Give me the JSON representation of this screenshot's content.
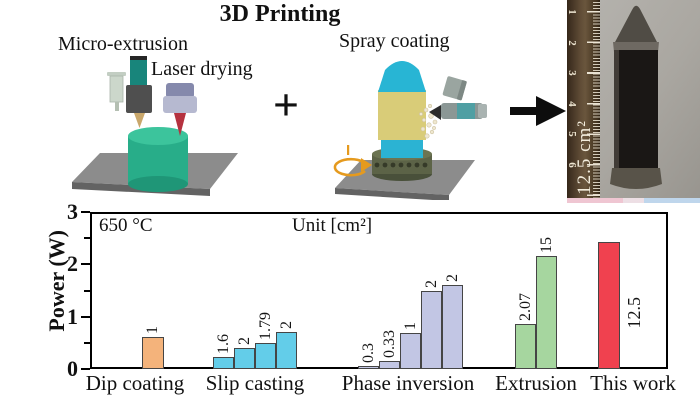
{
  "header": {
    "title": "3D Printing",
    "labels": {
      "micro_extrusion": "Micro-extrusion",
      "laser_drying": "Laser drying",
      "spray_coating": "Spray coating"
    },
    "plus_sign": "+",
    "photo": {
      "scale_label": "12.5 cm²",
      "ruler_numbers": [
        "1",
        "2",
        "3",
        "4",
        "5",
        "6"
      ]
    }
  },
  "chart_data": {
    "type": "bar",
    "ylabel": "Power (W)",
    "xlabel": "",
    "ylim": [
      0,
      3
    ],
    "yticks": [
      0,
      1,
      2,
      3
    ],
    "grid": false,
    "annotations": {
      "temperature": "650 °C",
      "unit": "Unit [cm²]"
    },
    "categories": [
      "Dip coating",
      "Slip casting",
      "Phase inversion",
      "Extrusion",
      "This work"
    ],
    "groups": [
      {
        "category": "Dip coating",
        "color": "#f4b37b",
        "bars": [
          {
            "area_cm2": "1",
            "power_w": 0.61
          }
        ]
      },
      {
        "category": "Slip casting",
        "color": "#63cde9",
        "bars": [
          {
            "area_cm2": "1.6",
            "power_w": 0.23
          },
          {
            "area_cm2": "2",
            "power_w": 0.41
          },
          {
            "area_cm2": "1.79",
            "power_w": 0.5
          },
          {
            "area_cm2": "2",
            "power_w": 0.71
          }
        ]
      },
      {
        "category": "Phase inversion",
        "color": "#c2c6e4",
        "bars": [
          {
            "area_cm2": "0.3",
            "power_w": 0.05
          },
          {
            "area_cm2": "0.33",
            "power_w": 0.15
          },
          {
            "area_cm2": "1",
            "power_w": 0.69
          },
          {
            "area_cm2": "2",
            "power_w": 1.49
          },
          {
            "area_cm2": "2",
            "power_w": 1.6
          }
        ]
      },
      {
        "category": "Extrusion",
        "color": "#a6d69f",
        "bars": [
          {
            "area_cm2": "2.07",
            "power_w": 0.86
          },
          {
            "area_cm2": "15",
            "power_w": 2.16
          }
        ]
      },
      {
        "category": "This work",
        "color": "#f0414f",
        "bars": [
          {
            "area_cm2": "12.5",
            "power_w": 2.42,
            "label_side": "right"
          }
        ]
      }
    ]
  }
}
